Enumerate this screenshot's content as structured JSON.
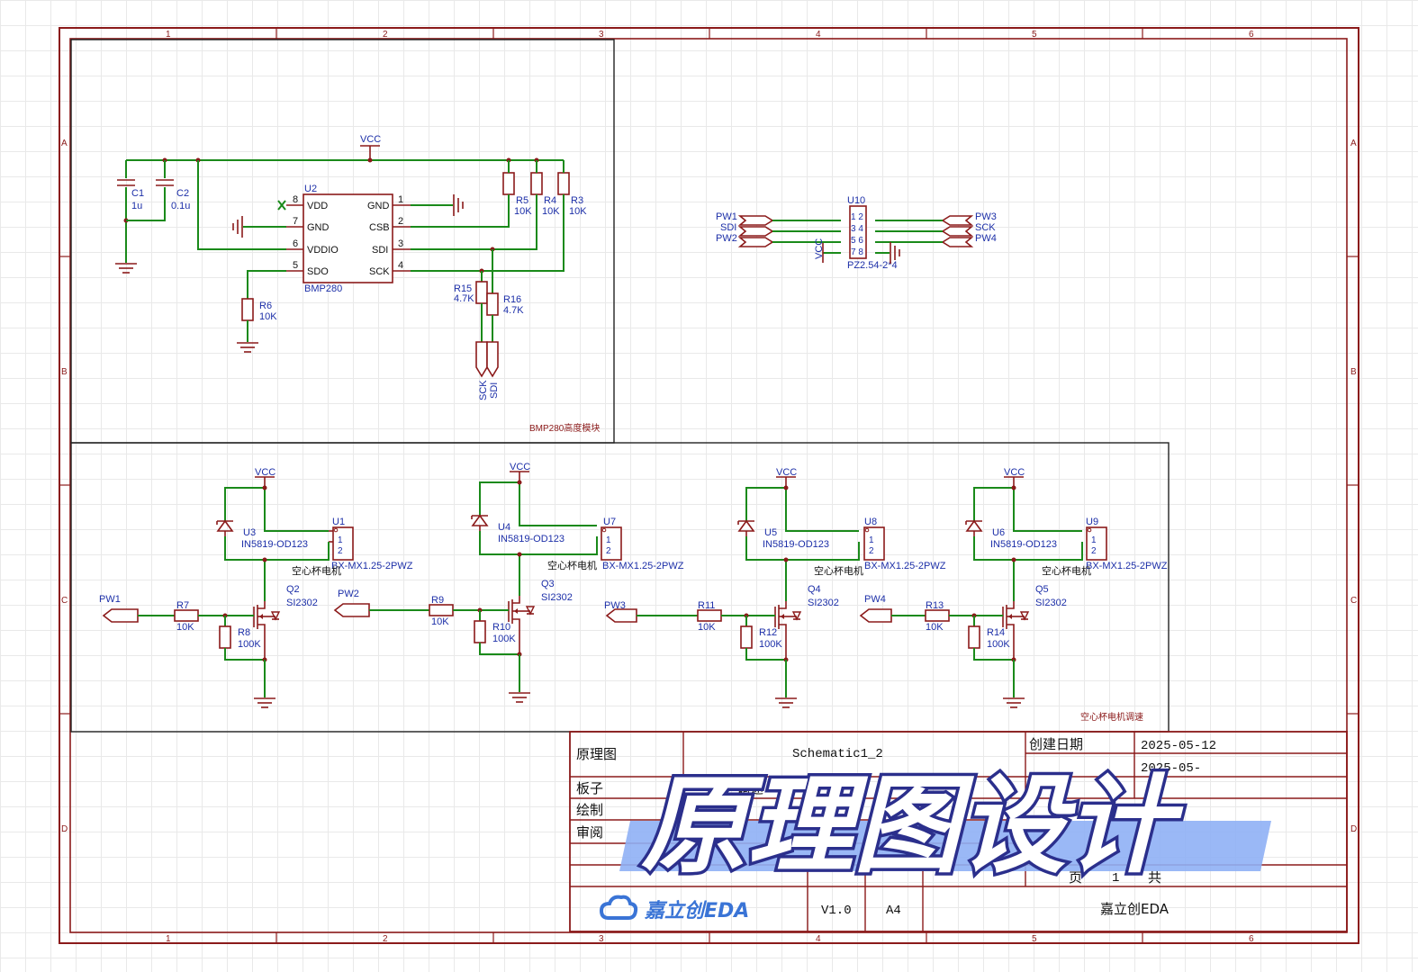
{
  "frame": {
    "col_numbers": [
      "1",
      "2",
      "3",
      "4",
      "5",
      "6"
    ],
    "row_letters": [
      "A",
      "B",
      "C",
      "D"
    ]
  },
  "bmp_module": {
    "section_label": "BMP280高度模块",
    "vcc": "VCC",
    "ic_ref": "U2",
    "ic_name": "BMP280",
    "pins_left": [
      {
        "num": "8",
        "name": "VDD"
      },
      {
        "num": "7",
        "name": "GND"
      },
      {
        "num": "6",
        "name": "VDDIO"
      },
      {
        "num": "5",
        "name": "SDO"
      }
    ],
    "pins_right": [
      {
        "num": "1",
        "name": "GND"
      },
      {
        "num": "2",
        "name": "CSB"
      },
      {
        "num": "3",
        "name": "SDI"
      },
      {
        "num": "4",
        "name": "SCK"
      }
    ],
    "c1_ref": "C1",
    "c1_val": "1u",
    "c2_ref": "C2",
    "c2_val": "0.1u",
    "r5_ref": "R5",
    "r5_val": "10K",
    "r4_ref": "R4",
    "r4_val": "10K",
    "r3_ref": "R3",
    "r3_val": "10K",
    "r6_ref": "R6",
    "r6_val": "10K",
    "r15_ref": "R15",
    "r15_val": "4.7K",
    "r16_ref": "R16",
    "r16_val": "4.7K",
    "port_sck": "SCK",
    "port_sdi": "SDI"
  },
  "header": {
    "ref": "U10",
    "name": "PZ2.54-2*4",
    "left_ports": [
      "PW1",
      "SDI",
      "PW2"
    ],
    "right_ports": [
      "PW3",
      "SCK",
      "PW4"
    ],
    "pin_rows": [
      "1 2",
      "3 4",
      "5 6",
      "7 8"
    ],
    "vcc": "VCC"
  },
  "motor_section": {
    "label": "空心杯电机调速",
    "channels": [
      {
        "vcc": "VCC",
        "diode_ref": "U3",
        "diode_name": "IN5819-OD123",
        "conn_ref": "U1",
        "conn_name": "BX-MX1.25-2PWZ",
        "motor_label": "空心杯电机",
        "q_ref": "Q2",
        "q_name": "SI2302",
        "port": "PW1",
        "rg_ref": "R7",
        "rg_val": "10K",
        "rpd_ref": "R8",
        "rpd_val": "100K"
      },
      {
        "vcc": "VCC",
        "diode_ref": "U4",
        "diode_name": "IN5819-OD123",
        "conn_ref": "U7",
        "conn_name": "BX-MX1.25-2PWZ",
        "motor_label": "空心杯电机",
        "q_ref": "Q3",
        "q_name": "SI2302",
        "port": "PW2",
        "rg_ref": "R9",
        "rg_val": "10K",
        "rpd_ref": "R10",
        "rpd_val": "100K"
      },
      {
        "vcc": "VCC",
        "diode_ref": "U5",
        "diode_name": "IN5819-OD123",
        "conn_ref": "U8",
        "conn_name": "BX-MX1.25-2PWZ",
        "motor_label": "空心杯电机",
        "q_ref": "Q4",
        "q_name": "SI2302",
        "port": "PW3",
        "rg_ref": "R11",
        "rg_val": "10K",
        "rpd_ref": "R12",
        "rpd_val": "100K"
      },
      {
        "vcc": "VCC",
        "diode_ref": "U6",
        "diode_name": "IN5819-OD123",
        "conn_ref": "U9",
        "conn_name": "BX-MX1.25-2PWZ",
        "motor_label": "空心杯电机",
        "q_ref": "Q5",
        "q_name": "SI2302",
        "port": "PW4",
        "rg_ref": "R13",
        "rg_val": "10K",
        "rpd_ref": "R14",
        "rpd_val": "100K"
      }
    ]
  },
  "title_block": {
    "schematic_label": "原理图",
    "schematic_name": "Schematic1_2",
    "board_label": "板子",
    "board_value": "调速",
    "draw_label": "绘制",
    "review_label": "审阅",
    "created_label": "创建日期",
    "created_date": "2025-05-12",
    "updated_date": "2025-05-",
    "page_label": "页",
    "page_num": "1",
    "total_label": "共",
    "version": "V1.0",
    "paper": "A4",
    "company": "嘉立创EDA",
    "logo_text": "嘉立创EDA"
  },
  "overlay": {
    "title": "原理图设计",
    "accent": "#8fb0f5",
    "stroke": "#2b2f8c"
  }
}
